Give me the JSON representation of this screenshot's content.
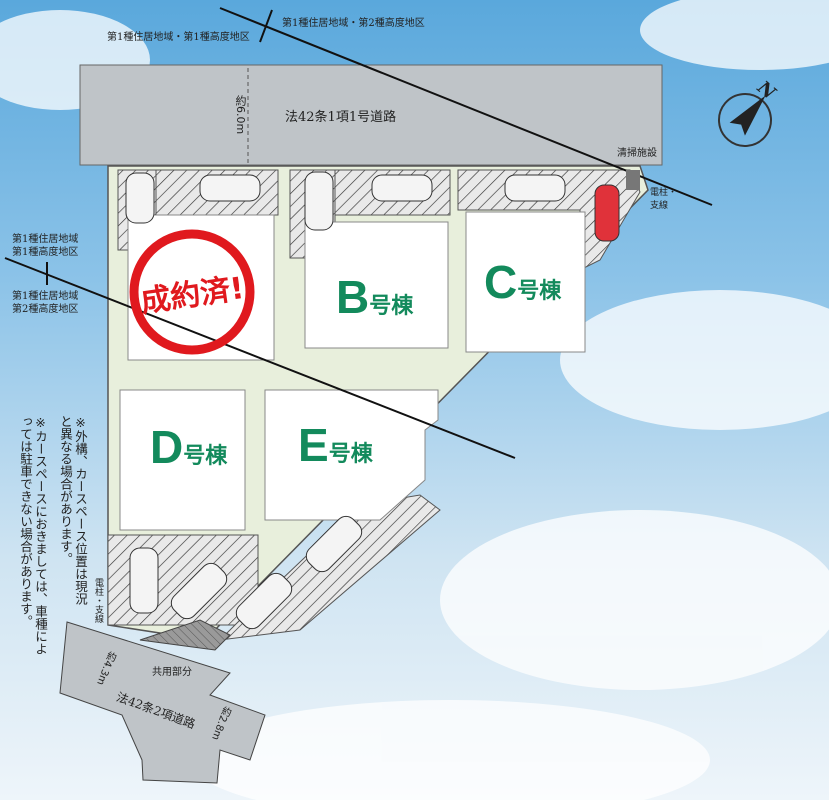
{
  "zoning": {
    "top_left": "第1種住居地域・第1種高度地区",
    "top_right": "第1種住居地域・第2種高度地区",
    "left_upper_1": "第1種住居地域",
    "left_upper_2": "第1種高度地区",
    "left_lower_1": "第1種住居地域",
    "left_lower_2": "第2種高度地区"
  },
  "roads": {
    "main_name": "法42条1項1号道路",
    "main_width": "約6.0m",
    "lower_name": "法42条2項道路",
    "lower_width_1": "約4.3m",
    "lower_width_2": "約2.8m",
    "shared": "共用部分"
  },
  "facilities": {
    "cleaning": "清掃施設",
    "pole_right": "電柱・支線",
    "pole_left": "電柱・支線"
  },
  "lots": [
    {
      "letter": "B",
      "suffix": "号棟"
    },
    {
      "letter": "C",
      "suffix": "号棟"
    },
    {
      "letter": "D",
      "suffix": "号棟"
    },
    {
      "letter": "E",
      "suffix": "号棟"
    }
  ],
  "sold_stamp": "成約済!",
  "compass": "N",
  "notes": {
    "note1": "※外構、カースペース位置は現況と異なる場合があります。",
    "note2": "※カースペースにおきましては、車種によっては駐車できない場合があります。"
  },
  "colors": {
    "lot_green": "#138a5c",
    "stamp_red": "#e0191e",
    "road_gray": "#bfc4c8",
    "site_green": "#e8efdc"
  }
}
